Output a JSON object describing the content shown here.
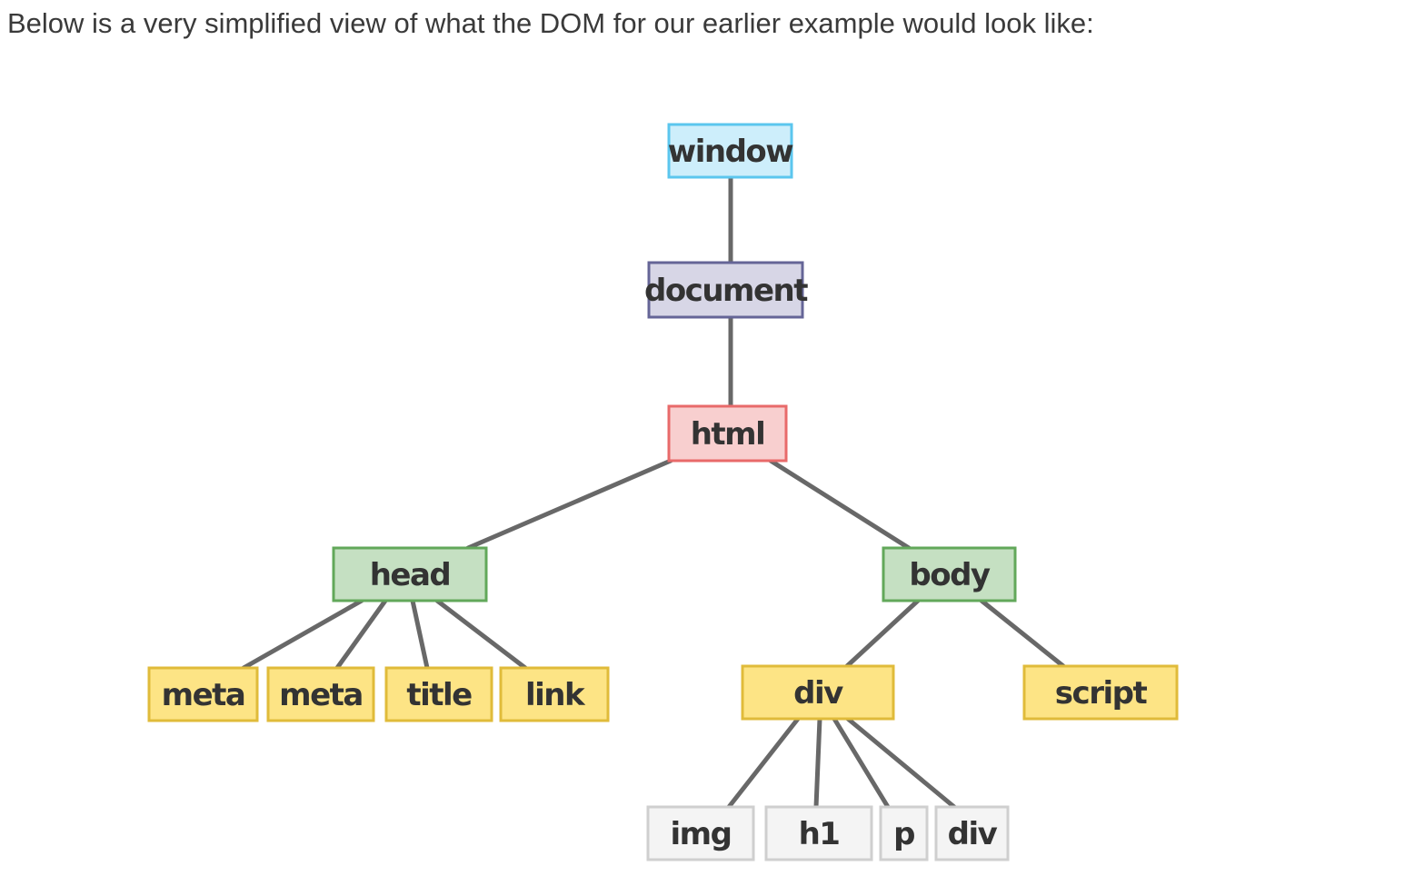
{
  "intro_text": "Below is a very simplified view of what the DOM for our earlier example would look like:",
  "palette": {
    "window": {
      "fill": "#cdeefb",
      "stroke": "#5bc6ee"
    },
    "document": {
      "fill": "#d7d6e6",
      "stroke": "#656597"
    },
    "html": {
      "fill": "#f8cfcf",
      "stroke": "#e86a6a"
    },
    "section": {
      "fill": "#c5e0c2",
      "stroke": "#62a85a"
    },
    "tag": {
      "fill": "#fde485",
      "stroke": "#e0bb3a"
    },
    "leaf": {
      "fill": "#f4f4f4",
      "stroke": "#cfcfcf"
    },
    "edge": "#686868"
  },
  "tree": {
    "nodes": [
      {
        "id": "window",
        "label": "window",
        "kind": "window"
      },
      {
        "id": "document",
        "label": "document",
        "kind": "document"
      },
      {
        "id": "html",
        "label": "html",
        "kind": "html"
      },
      {
        "id": "head",
        "label": "head",
        "kind": "section"
      },
      {
        "id": "body",
        "label": "body",
        "kind": "section"
      },
      {
        "id": "meta1",
        "label": "meta",
        "kind": "tag"
      },
      {
        "id": "meta2",
        "label": "meta",
        "kind": "tag"
      },
      {
        "id": "title",
        "label": "title",
        "kind": "tag"
      },
      {
        "id": "link",
        "label": "link",
        "kind": "tag"
      },
      {
        "id": "div1",
        "label": "div",
        "kind": "tag"
      },
      {
        "id": "script",
        "label": "script",
        "kind": "tag"
      },
      {
        "id": "img",
        "label": "img",
        "kind": "leaf"
      },
      {
        "id": "h1",
        "label": "h1",
        "kind": "leaf"
      },
      {
        "id": "p",
        "label": "p",
        "kind": "leaf"
      },
      {
        "id": "div2",
        "label": "div",
        "kind": "leaf"
      }
    ],
    "edges": [
      [
        "window",
        "document"
      ],
      [
        "document",
        "html"
      ],
      [
        "html",
        "head"
      ],
      [
        "html",
        "body"
      ],
      [
        "head",
        "meta1"
      ],
      [
        "head",
        "meta2"
      ],
      [
        "head",
        "title"
      ],
      [
        "head",
        "link"
      ],
      [
        "body",
        "div1"
      ],
      [
        "body",
        "script"
      ],
      [
        "div1",
        "img"
      ],
      [
        "div1",
        "h1"
      ],
      [
        "div1",
        "p"
      ],
      [
        "div1",
        "div2"
      ]
    ]
  }
}
